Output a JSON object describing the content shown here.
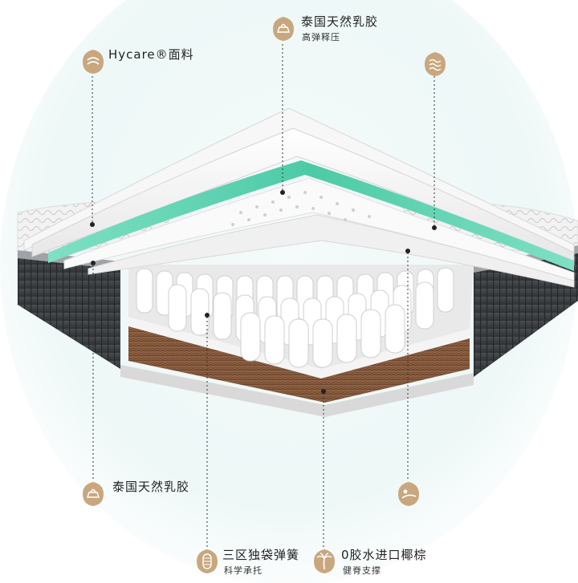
{
  "callouts": {
    "fabric": {
      "title": "Hycare®面料",
      "icon": "fabric-icon"
    },
    "latex_top": {
      "title": "泰国天然乳胶",
      "subtitle": "高弹释压",
      "icon": "latex-icon"
    },
    "top_right": {
      "icon": "wave-layer-icon"
    },
    "latex_bottom": {
      "title": "泰国天然乳胶",
      "icon": "latex-icon"
    },
    "bottom_right": {
      "icon": "sleeping-person-icon"
    },
    "springs": {
      "title": "三区独袋弹簧",
      "subtitle": "科学承托",
      "icon": "spring-icon"
    },
    "coir": {
      "title": "0胶水进口椰棕",
      "subtitle": "健脊支撑",
      "icon": "palm-tree-icon"
    }
  },
  "colors": {
    "badge": "#c9a77e",
    "accent_green": "#5fd3b0",
    "side_panel": "#3c3f42",
    "coir": "#7a5238"
  }
}
